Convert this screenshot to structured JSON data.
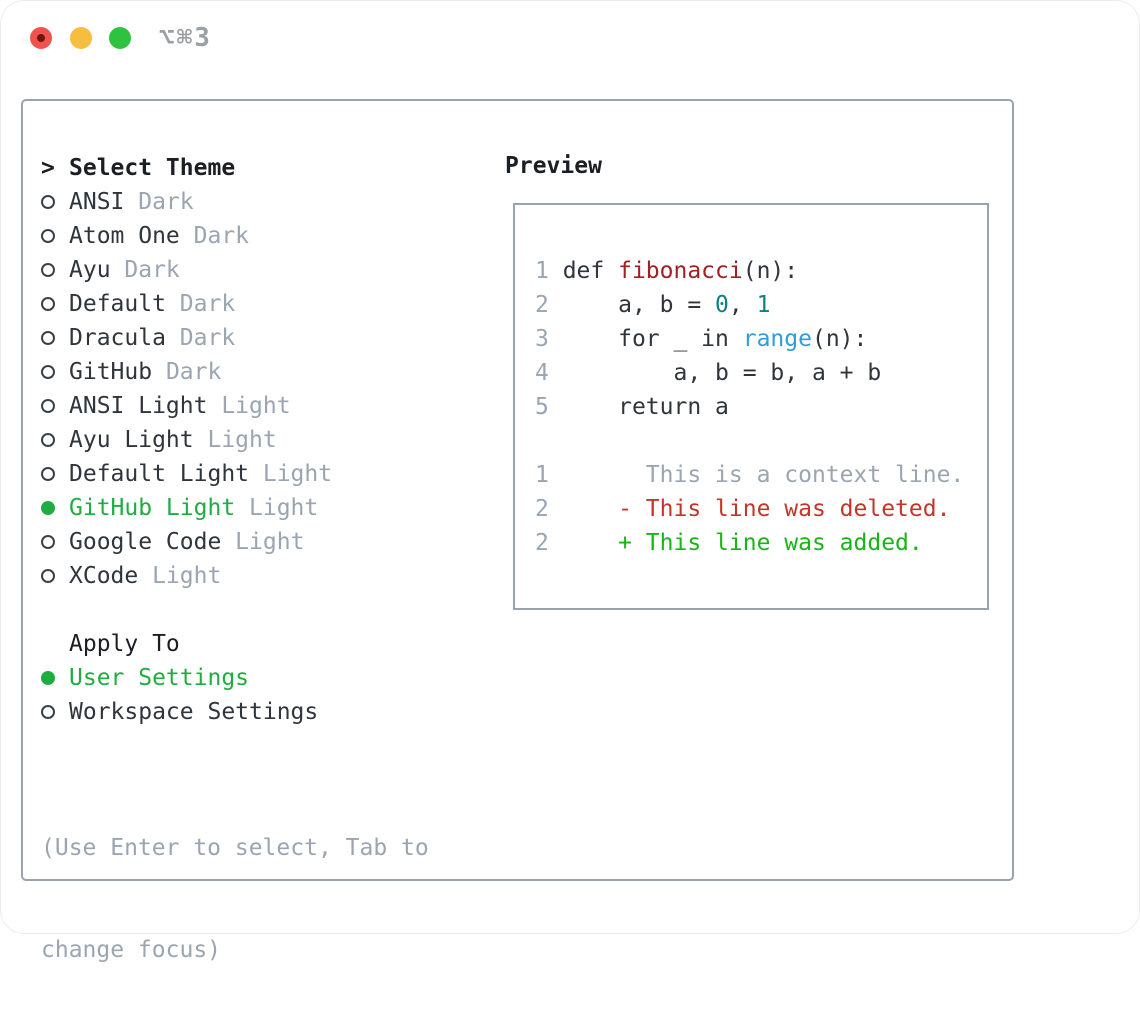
{
  "window": {
    "title": "⌥⌘3",
    "traffic_lights": [
      "close",
      "minimize",
      "zoom"
    ]
  },
  "colors": {
    "text_dark": "#2f353c",
    "muted_gray": "#9aa5b1",
    "selected_green": "#1fad42",
    "diff_added_green": "#17b517",
    "diff_deleted_red": "#c4342a",
    "function_red": "#a02023",
    "number_teal": "#0f7e87",
    "builtin_blue": "#2f9dd8",
    "border_gray": "#98a3ad",
    "titlebar_red": "#f0534e",
    "titlebar_yellow": "#f6bd40",
    "titlebar_green": "#2ec23e"
  },
  "theme_selector": {
    "header_marker": ">",
    "header": "Select Theme",
    "items": [
      {
        "name": "ANSI",
        "variant": "Dark",
        "selected": false
      },
      {
        "name": "Atom One",
        "variant": "Dark",
        "selected": false
      },
      {
        "name": "Ayu",
        "variant": "Dark",
        "selected": false
      },
      {
        "name": "Default",
        "variant": "Dark",
        "selected": false
      },
      {
        "name": "Dracula",
        "variant": "Dark",
        "selected": false
      },
      {
        "name": "GitHub",
        "variant": "Dark",
        "selected": false
      },
      {
        "name": "ANSI Light",
        "variant": "Light",
        "selected": false
      },
      {
        "name": "Ayu Light",
        "variant": "Light",
        "selected": false
      },
      {
        "name": "Default Light",
        "variant": "Light",
        "selected": false
      },
      {
        "name": "GitHub Light",
        "variant": "Light",
        "selected": true
      },
      {
        "name": "Google Code",
        "variant": "Light",
        "selected": false
      },
      {
        "name": "XCode",
        "variant": "Light",
        "selected": false
      }
    ]
  },
  "apply_to": {
    "header": "Apply To",
    "options": [
      {
        "label": "User Settings",
        "selected": true
      },
      {
        "label": "Workspace Settings",
        "selected": false
      }
    ]
  },
  "help": {
    "line1": "(Use Enter to select, Tab to",
    "line2": "change focus)"
  },
  "preview": {
    "title": "Preview",
    "code_lines": [
      {
        "number": "1",
        "segments": [
          {
            "text": "def ",
            "style": "plain"
          },
          {
            "text": "fibonacci",
            "style": "function"
          },
          {
            "text": "(n):",
            "style": "plain"
          }
        ]
      },
      {
        "number": "2",
        "segments": [
          {
            "text": "    a, b = ",
            "style": "plain"
          },
          {
            "text": "0",
            "style": "number"
          },
          {
            "text": ", ",
            "style": "plain"
          },
          {
            "text": "1",
            "style": "number"
          }
        ]
      },
      {
        "number": "3",
        "segments": [
          {
            "text": "    for _ in ",
            "style": "plain"
          },
          {
            "text": "range",
            "style": "builtin"
          },
          {
            "text": "(n):",
            "style": "plain"
          }
        ]
      },
      {
        "number": "4",
        "segments": [
          {
            "text": "        a, b = b, a + b",
            "style": "plain"
          }
        ]
      },
      {
        "number": "5",
        "segments": [
          {
            "text": "    return a",
            "style": "plain"
          }
        ]
      }
    ],
    "diff_lines": [
      {
        "number": "1",
        "segments": [
          {
            "text": "      This is a context line.",
            "style": "context"
          }
        ]
      },
      {
        "number": "2",
        "segments": [
          {
            "text": "    ",
            "style": "plain"
          },
          {
            "text": "- This line was deleted.",
            "style": "deleted"
          }
        ]
      },
      {
        "number": "2",
        "segments": [
          {
            "text": "    ",
            "style": "plain"
          },
          {
            "text": "+ This line was added.",
            "style": "added"
          }
        ]
      }
    ]
  }
}
